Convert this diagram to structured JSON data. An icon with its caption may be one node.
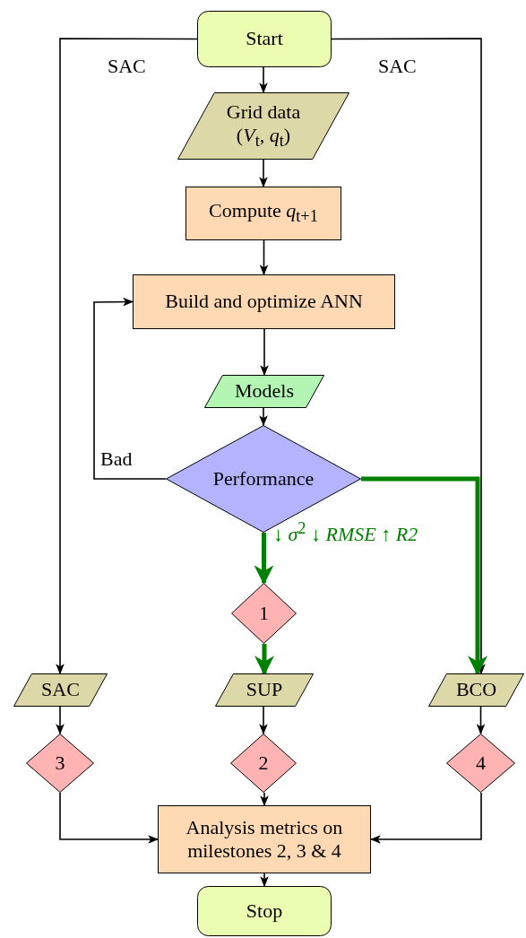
{
  "diagram": {
    "nodes": [
      {
        "text": [
          "Start"
        ]
      },
      {
        "text": [
          "Grid data",
          "(*V*$_{t}$, *q*$_{t}$)"
        ]
      },
      {
        "text": [
          "Compute *q*$_{t+1}$"
        ]
      },
      {
        "text": [
          "Build and optimize ANN"
        ]
      },
      {
        "text": [
          "Models"
        ]
      },
      {
        "text": [
          "Performance"
        ]
      },
      {
        "text": [
          "1"
        ]
      },
      {
        "text": [
          "SAC"
        ]
      },
      {
        "text": [
          "SUP"
        ]
      },
      {
        "text": [
          "BCO"
        ]
      },
      {
        "text": [
          "3"
        ]
      },
      {
        "text": [
          "2"
        ]
      },
      {
        "text": [
          "4"
        ]
      },
      {
        "text": [
          "Analysis metrics on milestones 2, 3 & 4"
        ]
      },
      {
        "text": [
          "Stop"
        ]
      }
    ],
    "edges": [
      {
        "from": 0,
        "to": 1,
        "arrow": "to"
      },
      {
        "from": 0,
        "to": 7,
        "arrow": "to",
        "label": "SAC"
      },
      {
        "from": 0,
        "to": 9,
        "arrow": "to",
        "label": "SAC"
      },
      {
        "from": 1,
        "to": 2,
        "arrow": "to"
      },
      {
        "from": 2,
        "to": 3,
        "arrow": "to"
      },
      {
        "from": 3,
        "to": 4,
        "arrow": "to"
      },
      {
        "from": 4,
        "to": 5,
        "arrow": "to"
      },
      {
        "from": 5,
        "to": 3,
        "arrow": "to",
        "label": "Bad"
      },
      {
        "from": 5,
        "to": 6,
        "arrow": "to",
        "label": "↓ *σ*$^{2}$ ↓ *RMSE* ↑ *R2*",
        "style": "thick",
        "color": "#008000"
      },
      {
        "from": 6,
        "to": 8,
        "arrow": "to",
        "style": "thick",
        "color": "#008000"
      },
      {
        "from": 5,
        "to": 9,
        "arrow": "to",
        "style": "thick",
        "color": "#008000"
      },
      {
        "from": 7,
        "to": 10,
        "arrow": "to"
      },
      {
        "from": 8,
        "to": 11,
        "arrow": "to"
      },
      {
        "from": 9,
        "to": 12,
        "arrow": "to"
      },
      {
        "from": 10,
        "to": 13,
        "arrow": "to"
      },
      {
        "from": 11,
        "to": 13,
        "arrow": "to"
      },
      {
        "from": 12,
        "to": 13,
        "arrow": "to"
      },
      {
        "from": 13,
        "to": 14,
        "arrow": "to"
      }
    ]
  }
}
